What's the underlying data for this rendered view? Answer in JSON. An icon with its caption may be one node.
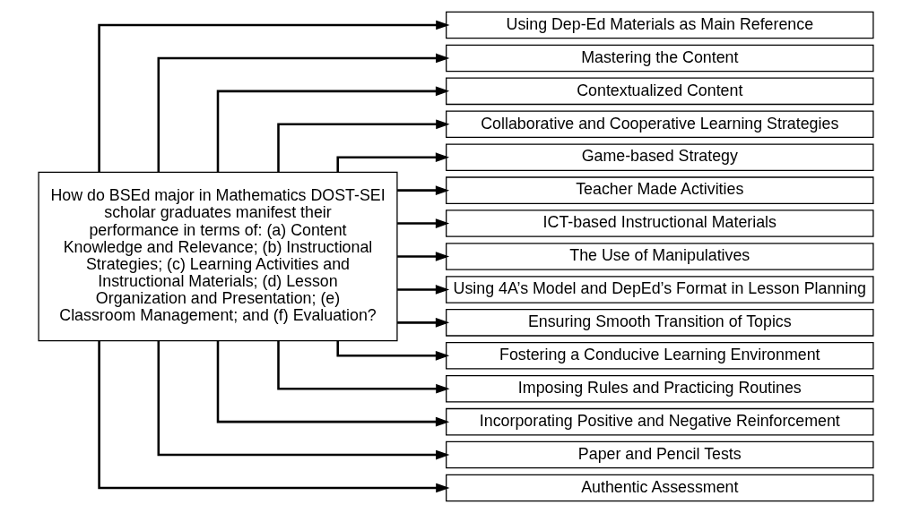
{
  "diagram": {
    "nodes": [
      {
        "text": [
          "How do BSEd major in Mathematics DOST-SEI scholar graduates manifest their performance in terms of: (a) Content Knowledge and Relevance; (b) Instructional Strategies; (c) Learning Activities and Instructional Materials; (d) Lesson Organization and Presentation; (e) Classroom Management; and (f) Evaluation?"
        ]
      },
      {
        "text": [
          "Using Dep-Ed Materials as Main Reference"
        ]
      },
      {
        "text": [
          "Mastering the Content"
        ]
      },
      {
        "text": [
          "Contextualized Content"
        ]
      },
      {
        "text": [
          "Collaborative and Cooperative Learning Strategies"
        ]
      },
      {
        "text": [
          "Game-based Strategy"
        ]
      },
      {
        "text": [
          "Teacher Made Activities"
        ]
      },
      {
        "text": [
          "ICT-based Instructional Materials"
        ]
      },
      {
        "text": [
          "The Use of Manipulatives"
        ]
      },
      {
        "text": [
          "Using 4A’s Model and DepEd’s Format in Lesson Planning"
        ]
      },
      {
        "text": [
          "Ensuring Smooth Transition of Topics"
        ]
      },
      {
        "text": [
          "Fostering a Conducive Learning Environment"
        ]
      },
      {
        "text": [
          "Imposing Rules and Practicing Routines"
        ]
      },
      {
        "text": [
          "Incorporating Positive and Negative Reinforcement"
        ]
      },
      {
        "text": [
          "Paper and Pencil Tests"
        ]
      },
      {
        "text": [
          "Authentic Assessment"
        ]
      }
    ],
    "edges": [
      {
        "from": 0,
        "to": 1,
        "arrow": "to"
      },
      {
        "from": 0,
        "to": 2,
        "arrow": "to"
      },
      {
        "from": 0,
        "to": 3,
        "arrow": "to"
      },
      {
        "from": 0,
        "to": 4,
        "arrow": "to"
      },
      {
        "from": 0,
        "to": 5,
        "arrow": "to"
      },
      {
        "from": 0,
        "to": 6,
        "arrow": "to"
      },
      {
        "from": 0,
        "to": 7,
        "arrow": "to"
      },
      {
        "from": 0,
        "to": 8,
        "arrow": "to"
      },
      {
        "from": 0,
        "to": 9,
        "arrow": "to"
      },
      {
        "from": 0,
        "to": 10,
        "arrow": "to"
      },
      {
        "from": 0,
        "to": 11,
        "arrow": "to"
      },
      {
        "from": 0,
        "to": 12,
        "arrow": "to"
      },
      {
        "from": 0,
        "to": 13,
        "arrow": "to"
      },
      {
        "from": 0,
        "to": 14,
        "arrow": "to"
      },
      {
        "from": 0,
        "to": 15,
        "arrow": "to"
      }
    ]
  }
}
